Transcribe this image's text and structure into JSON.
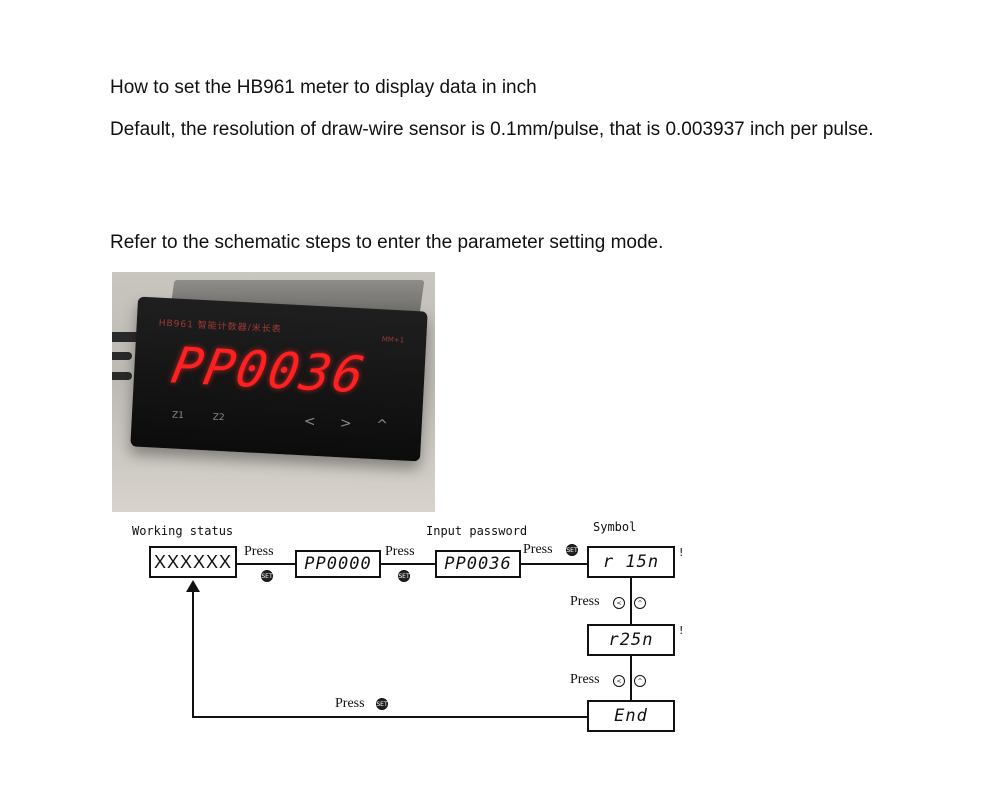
{
  "doc": {
    "title": "How to set the HB961 meter to display data in inch",
    "para1": "Default, the resolution of draw-wire sensor is 0.1mm/pulse, that is 0.003937 inch per pulse.",
    "para2": "Refer to the schematic steps to enter the parameter setting mode."
  },
  "photo": {
    "brand": "HB961 智能计数器/米长表",
    "model_tag": "MM+1",
    "display": "PP0036",
    "key_labels": [
      "Z1",
      "Z2"
    ],
    "arrows": "< > ^"
  },
  "diagram": {
    "label_working": "Working status",
    "label_password": "Input password",
    "label_symbol": "Symbol",
    "box_status": "XXXXXX",
    "box_pp0000": "PP0000",
    "box_pp0036": "PP0036",
    "box_r15n": "r 15n",
    "box_r25n": "r25n",
    "box_end": "End",
    "press_text": "Press",
    "set_key": "SET",
    "left_key": "<",
    "up_key": "^",
    "mark": "!"
  }
}
